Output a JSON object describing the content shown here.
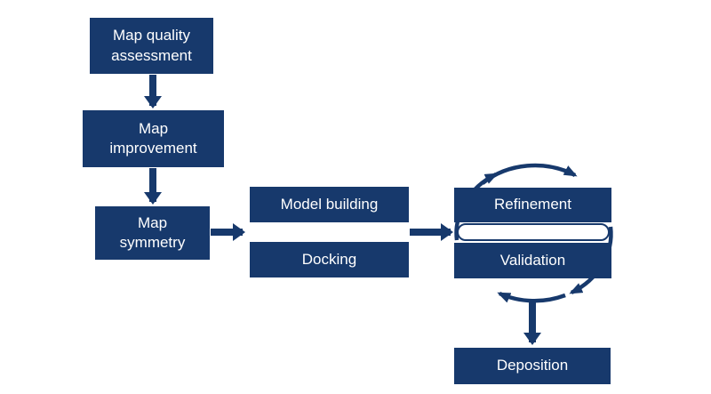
{
  "colors": {
    "navy": "#17396C",
    "text": "#FFFFFF",
    "background": "#FFFFFF"
  },
  "diagram": {
    "boxes": {
      "map_quality": {
        "label": "Map quality\nassessment"
      },
      "map_improvement": {
        "label": "Map\nimprovement"
      },
      "map_symmetry": {
        "label": "Map\nsymmetry"
      },
      "model_building": {
        "label": "Model building"
      },
      "docking": {
        "label": "Docking"
      },
      "refinement": {
        "label": "Refinement"
      },
      "validation": {
        "label": "Validation"
      },
      "deposition": {
        "label": "Deposition"
      }
    }
  }
}
